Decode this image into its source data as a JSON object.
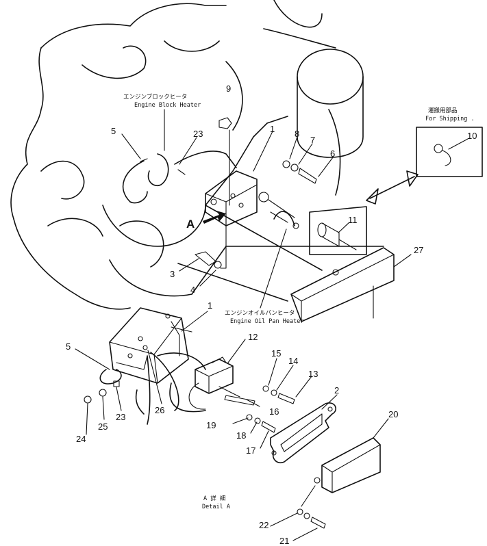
{
  "labels": {
    "engine_block_heater_jp": "エンジンブロックヒータ",
    "engine_block_heater_en": "Engine Block Heater",
    "engine_oil_pan_heater_jp": "エンジンオイルパンヒータ",
    "engine_oil_pan_heater_en": "Engine Oil Pan Heater",
    "for_shipping_jp": "運搬用部品",
    "for_shipping_en": "For Shipping .",
    "view_a": "A",
    "detail_a_jp": "A 詳 細",
    "detail_a_en": "Detail A"
  },
  "callouts": {
    "p1_top": "1",
    "p1_detail": "1",
    "p2": "2",
    "p3": "3",
    "p4": "4",
    "p5_top": "5",
    "p5_detail": "5",
    "p6": "6",
    "p7": "7",
    "p8": "8",
    "p9": "9",
    "p10": "10",
    "p11": "11",
    "p12": "12",
    "p13": "13",
    "p14": "14",
    "p15": "15",
    "p16": "16",
    "p17": "17",
    "p18": "18",
    "p19": "19",
    "p20": "20",
    "p21": "21",
    "p22": "22",
    "p23_top": "23",
    "p23_detail": "23",
    "p24": "24",
    "p25": "25",
    "p26": "26",
    "p27": "27"
  }
}
